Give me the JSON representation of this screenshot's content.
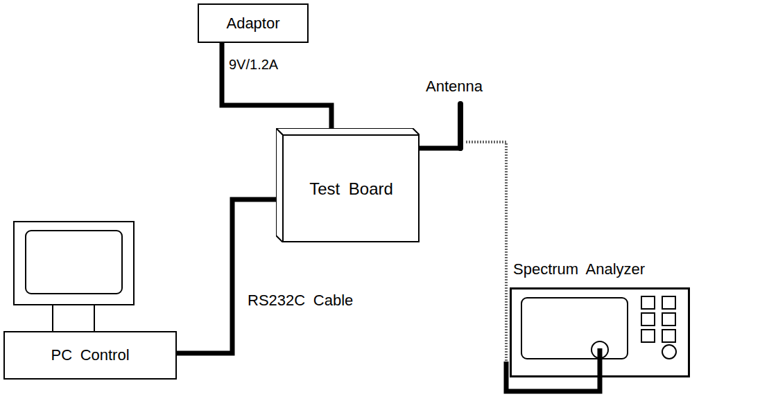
{
  "diagram": {
    "nodes": [
      {
        "text": [
          "Adaptor"
        ]
      },
      {
        "text": [
          "Test Board"
        ]
      },
      {
        "text": [
          "PC Control"
        ]
      },
      {
        "text": [
          "Spectrum Analyzer"
        ]
      }
    ],
    "edges": [
      {
        "from": 0,
        "to": 1,
        "arrow": "none",
        "label": "9V/1.2A"
      },
      {
        "from": 2,
        "to": 1,
        "arrow": "none",
        "label": "RS232C Cable"
      },
      {
        "from": 1,
        "to": 3,
        "arrow": "none"
      }
    ],
    "labels": [
      "Antenna"
    ]
  }
}
